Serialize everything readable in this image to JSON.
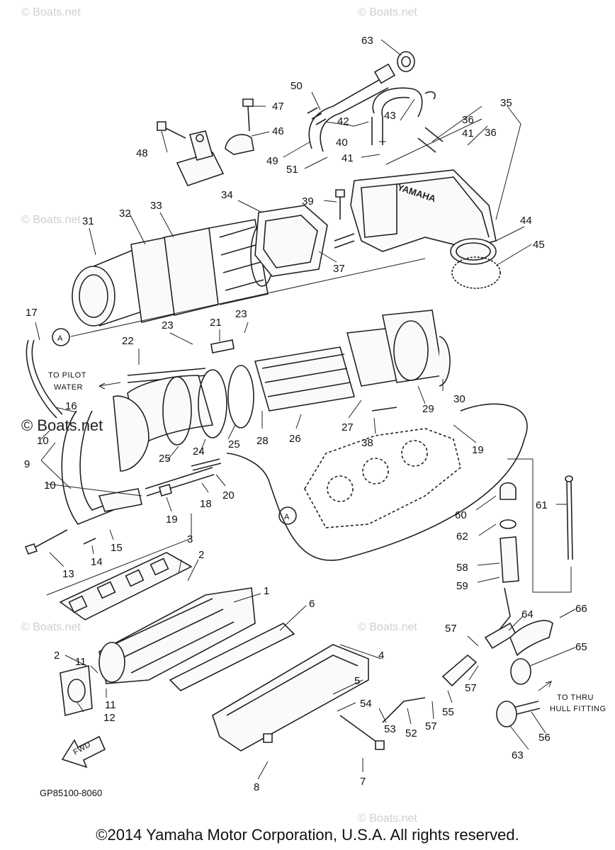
{
  "watermark": "© Boats.net",
  "callouts": [
    "1",
    "2",
    "3",
    "4",
    "5",
    "6",
    "7",
    "8",
    "9",
    "10",
    "11",
    "12",
    "13",
    "14",
    "15",
    "16",
    "17",
    "18",
    "19",
    "20",
    "21",
    "22",
    "23",
    "24",
    "25",
    "26",
    "27",
    "28",
    "29",
    "30",
    "31",
    "32",
    "33",
    "34",
    "35",
    "36",
    "37",
    "38",
    "39",
    "40",
    "41",
    "42",
    "43",
    "44",
    "45",
    "46",
    "47",
    "48",
    "49",
    "50",
    "51",
    "52",
    "53",
    "54",
    "55",
    "56",
    "57",
    "58",
    "59",
    "60",
    "61",
    "62",
    "63",
    "64",
    "65",
    "66"
  ],
  "notes": {
    "to_pilot_water_1": "TO PILOT",
    "to_pilot_water_2": "WATER",
    "to_thru_hull_1": "TO THRU",
    "to_thru_hull_2": "HULL FITTING",
    "fwd": "FWD",
    "ref_a": "A",
    "brand_on_part": "YAMAHA"
  },
  "diagram_code": "GP85100-8060",
  "copyright": "©2014 Yamaha Motor Corporation, U.S.A. All rights reserved."
}
